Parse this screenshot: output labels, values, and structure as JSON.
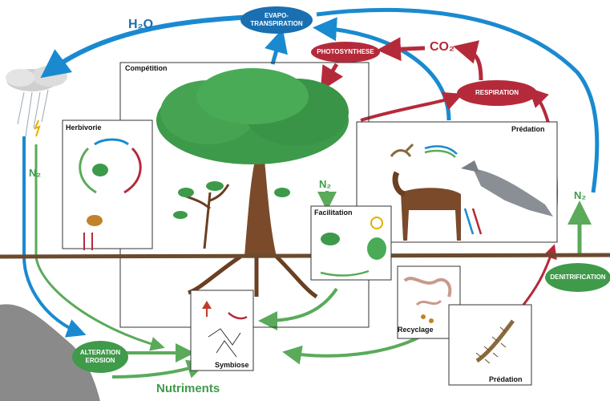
{
  "labels": {
    "competition": "Compétition",
    "herbivorie": "Herbivorie",
    "predation_top": "Prédation",
    "facilitation": "Facilitation",
    "symbiose": "Symbiose",
    "recyclage": "Recyclage",
    "predation_bottom": "Prédation",
    "nutriments": "Nutriments"
  },
  "processes": {
    "evapotranspiration_line1": "EVAPO-",
    "evapotranspiration_line2": "TRANSPIRATION",
    "photosynthese": "PHOTOSYNTHESE",
    "respiration": "RESPIRATION",
    "denitrification": "DENITRIFICATION",
    "alteration_line1": "ALTERATION",
    "alteration_line2": "EROSION"
  },
  "chemicals": {
    "h2o": "H₂O",
    "co2": "CO₂",
    "n2_left": "N₂",
    "n2_center": "N₂",
    "n2_right": "N₂"
  },
  "colors": {
    "water": "#1a8ad0",
    "carbon": "#b52a3a",
    "nutrient": "#5aaa5a",
    "soil": "#6b4a2e",
    "tree_canopy": "#3d9a4a",
    "trunk": "#7a4a2a"
  }
}
